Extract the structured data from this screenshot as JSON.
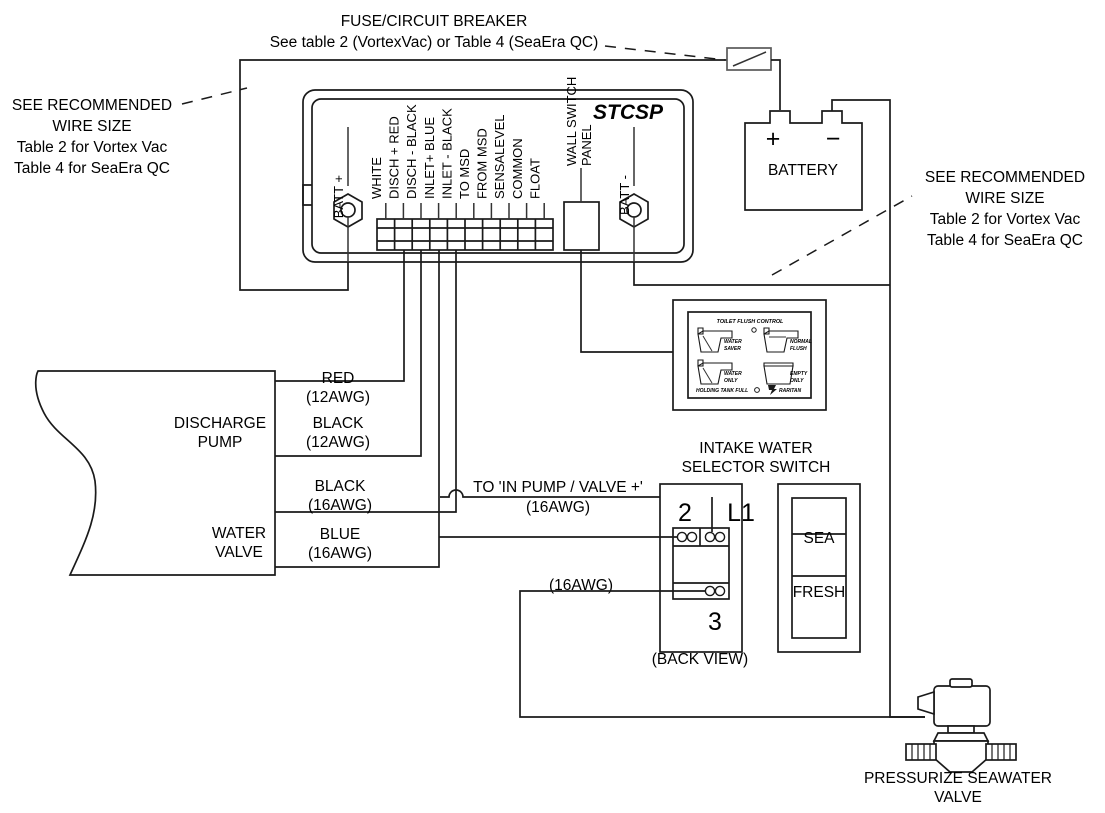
{
  "diagram": {
    "title": "STCSP Toilet Control System Wiring Diagram",
    "controller": {
      "brand": "STCSP",
      "batt_plus": "BATT +",
      "batt_minus": "BATT -",
      "wall_switch": "WALL SWITCH",
      "wall_panel": "PANEL",
      "terminals": [
        "WHITE",
        "DISCH + RED",
        "DISCH - BLACK",
        "INLET+ BLUE",
        "INLET - BLACK",
        "TO MSD",
        "FROM MSD",
        "SENSALEVEL",
        "COMMON",
        "FLOAT"
      ]
    },
    "fuse": {
      "title": "FUSE/CIRCUIT BREAKER",
      "subtitle": "See table 2 (VortexVac) or Table 4 (SeaEra QC)"
    },
    "note_left": {
      "line1": "SEE RECOMMENDED",
      "line2": "WIRE SIZE",
      "line3": "Table 2 for Vortex Vac",
      "line4": "Table 4 for SeaEra QC"
    },
    "note_right": {
      "line1": "SEE RECOMMENDED",
      "line2": "WIRE SIZE",
      "line3": "Table 2 for Vortex Vac",
      "line4": "Table 4 for SeaEra QC"
    },
    "battery": {
      "label": "BATTERY",
      "plus": "+",
      "minus": "−"
    },
    "flush_panel": {
      "title": "TOILET FLUSH CONTROL",
      "opt1_l1": "WATER",
      "opt1_l2": "SAVER",
      "opt2_l1": "NORMAL",
      "opt2_l2": "FLUSH",
      "opt3_l1": "WATER",
      "opt3_l2": "ONLY",
      "opt4_l1": "EMPTY",
      "opt4_l2": "ONLY",
      "tank_full": "HOLDING TANK FULL",
      "brand": "RARITAN"
    },
    "toilet": {
      "discharge_l1": "DISCHARGE",
      "discharge_l2": "PUMP",
      "water_valve_l1": "WATER",
      "water_valve_l2": "VALVE"
    },
    "wires": [
      {
        "color": "RED",
        "gauge": "(12AWG)"
      },
      {
        "color": "BLACK",
        "gauge": "(12AWG)"
      },
      {
        "color": "BLACK",
        "gauge": "(16AWG)"
      },
      {
        "color": "BLUE",
        "gauge": "(16AWG)"
      }
    ],
    "in_pump": {
      "label": "TO 'IN PUMP / VALVE +'",
      "gauge": "(16AWG)"
    },
    "switch_bottom_gauge": "(16AWG)",
    "selector": {
      "title_l1": "INTAKE WATER",
      "title_l2": "SELECTOR SWITCH",
      "terminal_2": "2",
      "terminal_l1": "L1",
      "terminal_3": "3",
      "back_view": "(BACK VIEW)",
      "sea": "SEA",
      "fresh": "FRESH"
    },
    "valve": {
      "line1": "PRESSURIZE SEAWATER",
      "line2": "VALVE"
    }
  }
}
